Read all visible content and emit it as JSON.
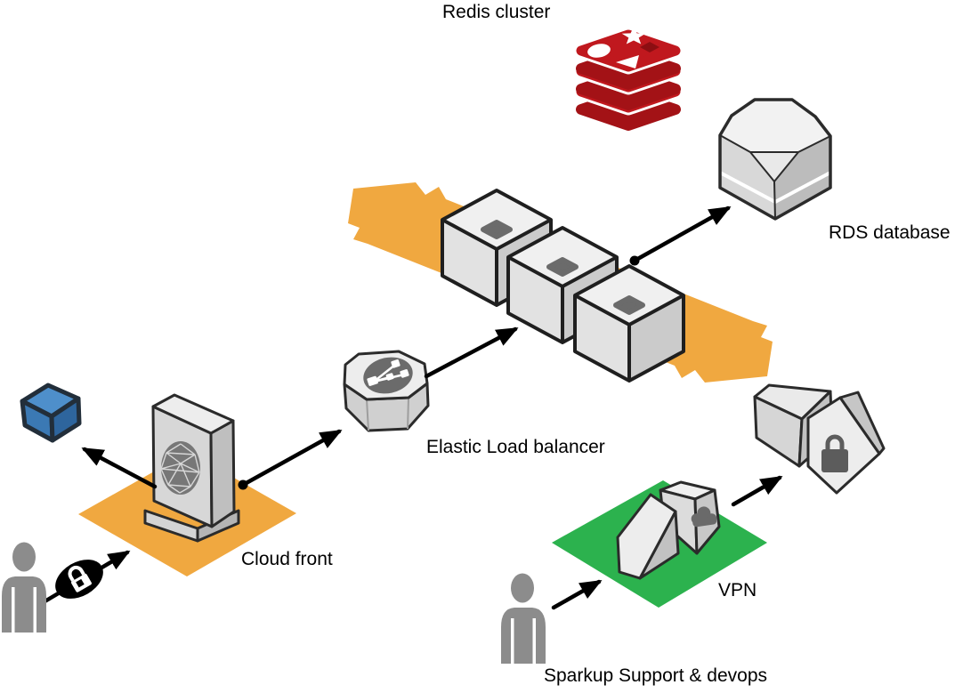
{
  "diagram": {
    "labels": {
      "redis": "Redis cluster",
      "rds": "RDS database",
      "elb": "Elastic Load balancer",
      "cloudfront": "Cloud front",
      "vpn": "VPN",
      "sparkup": "Sparkup Support & devops"
    },
    "nodes": [
      {
        "id": "redis-cluster",
        "label": "Redis cluster",
        "icon": "redis-stack-icon"
      },
      {
        "id": "rds-database",
        "label": "RDS database",
        "icon": "database-gem-icon"
      },
      {
        "id": "ec2-instances",
        "label": "",
        "icon": "server-cube-icon",
        "count": 3
      },
      {
        "id": "elastic-load-balancer",
        "label": "Elastic Load balancer",
        "icon": "load-balancer-octagon-icon"
      },
      {
        "id": "cloud-front",
        "label": "Cloud front",
        "icon": "cloudfront-tower-icon",
        "platform": "yellow-diamond"
      },
      {
        "id": "edge-bucket",
        "label": "",
        "icon": "blue-cube-icon"
      },
      {
        "id": "security-gateway",
        "label": "",
        "icon": "padlock-house-icon"
      },
      {
        "id": "vpn",
        "label": "VPN",
        "icon": "cloud-house-icon",
        "platform": "green-diamond"
      },
      {
        "id": "end-user",
        "label": "",
        "icon": "person-icon"
      },
      {
        "id": "support-user",
        "label": "Sparkup Support & devops",
        "icon": "person-icon"
      },
      {
        "id": "auth-badge",
        "label": "",
        "icon": "padlock-badge-icon"
      }
    ],
    "edges": [
      {
        "from": "end-user",
        "to": "cloud-front",
        "via": "auth-badge"
      },
      {
        "from": "cloud-front",
        "to": "edge-bucket"
      },
      {
        "from": "cloud-front",
        "to": "elastic-load-balancer"
      },
      {
        "from": "elastic-load-balancer",
        "to": "ec2-instances"
      },
      {
        "from": "ec2-instances",
        "to": "rds-database"
      },
      {
        "from": "support-user",
        "to": "vpn"
      },
      {
        "from": "vpn",
        "to": "security-gateway"
      }
    ],
    "colors": {
      "band_yellow": "#F0A840",
      "platform_yellow": "#F0A840",
      "vpn_green": "#2CB24E",
      "redis_red": "#C0181E",
      "redis_dark_red": "#A31216",
      "cube_blue": "#4E8FCB",
      "arrow_black": "#000000",
      "icon_gray_light": "#EFEFEF",
      "icon_gray_mid": "#D7D7D7",
      "icon_gray_dark": "#BFBFBF",
      "person_gray": "#8C8C8C"
    }
  }
}
